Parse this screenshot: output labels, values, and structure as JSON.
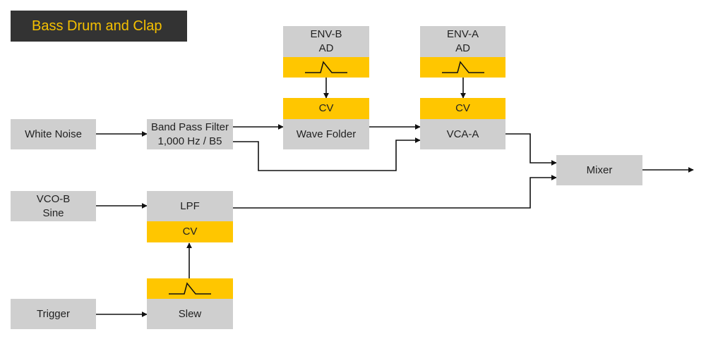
{
  "title": "Bass Drum and Clap",
  "colors": {
    "module_fill": "#cfcfcf",
    "cv_fill": "#ffc600",
    "title_bg": "#333333",
    "title_text": "#f5c000",
    "wire": "#111111"
  },
  "modules": {
    "white_noise": {
      "label": "White Noise"
    },
    "band_pass": {
      "line1": "Band Pass Filter",
      "line2": "1,000 Hz / B5"
    },
    "env_b": {
      "line1": "ENV-B",
      "line2": "AD"
    },
    "wave_folder": {
      "cv": "CV",
      "label": "Wave Folder"
    },
    "env_a": {
      "line1": "ENV-A",
      "line2": "AD"
    },
    "vca_a": {
      "cv": "CV",
      "label": "VCA-A"
    },
    "mixer": {
      "label": "Mixer"
    },
    "vco_b": {
      "line1": "VCO-B",
      "line2": "Sine"
    },
    "lpf": {
      "label": "LPF",
      "cv": "CV"
    },
    "trigger": {
      "label": "Trigger"
    },
    "slew": {
      "label": "Slew"
    }
  },
  "icons": [
    "envelope-shape-icon"
  ]
}
